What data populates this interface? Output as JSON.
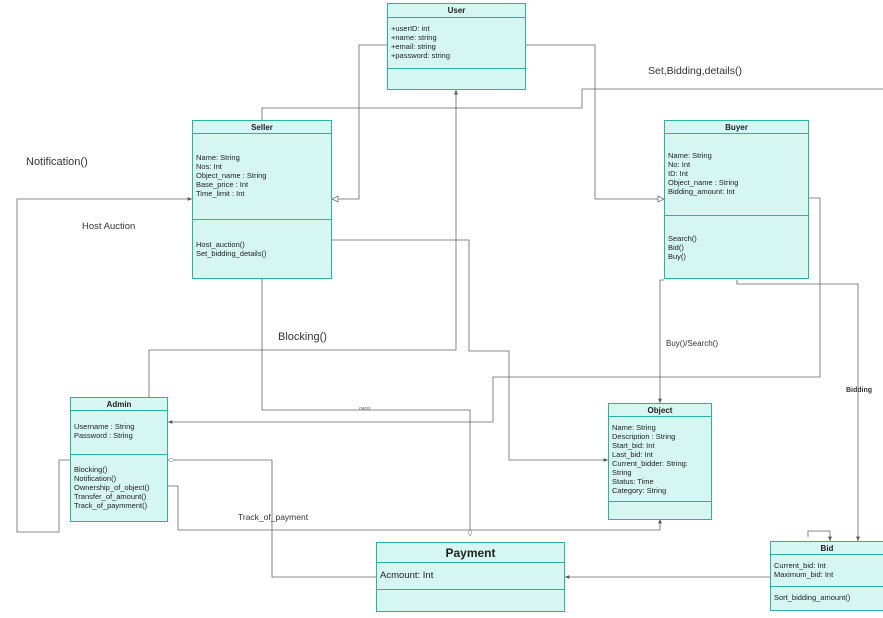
{
  "labels": {
    "set_bidding": "Set,Bidding,details()",
    "notification": "Notification()",
    "host_auction": "Host Auction",
    "blocking": "Blocking()",
    "buy_search": "Buy()/Search()",
    "bidding": "Bidding",
    "track_payment": "Track_of_payment",
    "owns": "owns"
  },
  "classes": {
    "user": {
      "title": "User",
      "attributes": [
        "+userID: int",
        "+name: string",
        "+email: string",
        "+password: string"
      ],
      "methods": []
    },
    "seller": {
      "title": "Seller",
      "attributes": [
        "Name:  String",
        "Nos: Int",
        "Object_name : String",
        "Base_price : Int",
        "Time_limit : Int"
      ],
      "methods": [
        "Host_auction()",
        "Set_bidding_details()"
      ]
    },
    "buyer": {
      "title": "Buyer",
      "attributes": [
        "Name: String",
        "No: Int",
        "ID: Int",
        "Object_name : String",
        "Bidding_amount: Int"
      ],
      "methods": [
        "Search()",
        "Bid()",
        "Buy()"
      ]
    },
    "admin": {
      "title": "Admin",
      "attributes": [
        "Username : String",
        "Password : String"
      ],
      "methods": [
        "Blocking()",
        "Notification()",
        "Ownership_of_object()",
        "Transfer_of_amount()",
        "Track_of_paymment()"
      ]
    },
    "object": {
      "title": "Object",
      "attributes": [
        "Name: String",
        "Description : String",
        "Start_bid: Int",
        "Last_bid: Int",
        "Current_bidder: String:",
        "String",
        "Status:  Time",
        "Category: String"
      ],
      "methods": []
    },
    "payment": {
      "title": "Payment",
      "attributes": [
        "Acmount: Int"
      ],
      "methods": []
    },
    "bid": {
      "title": "Bid",
      "attributes": [
        "Current_bid: Int",
        "Maximum_bid: Int"
      ],
      "methods": [
        "Sort_bidding_amount()"
      ]
    }
  },
  "colors": {
    "class_fill": "#d6f6f1",
    "class_border": "#2bb3a2",
    "connector": "#555555"
  }
}
